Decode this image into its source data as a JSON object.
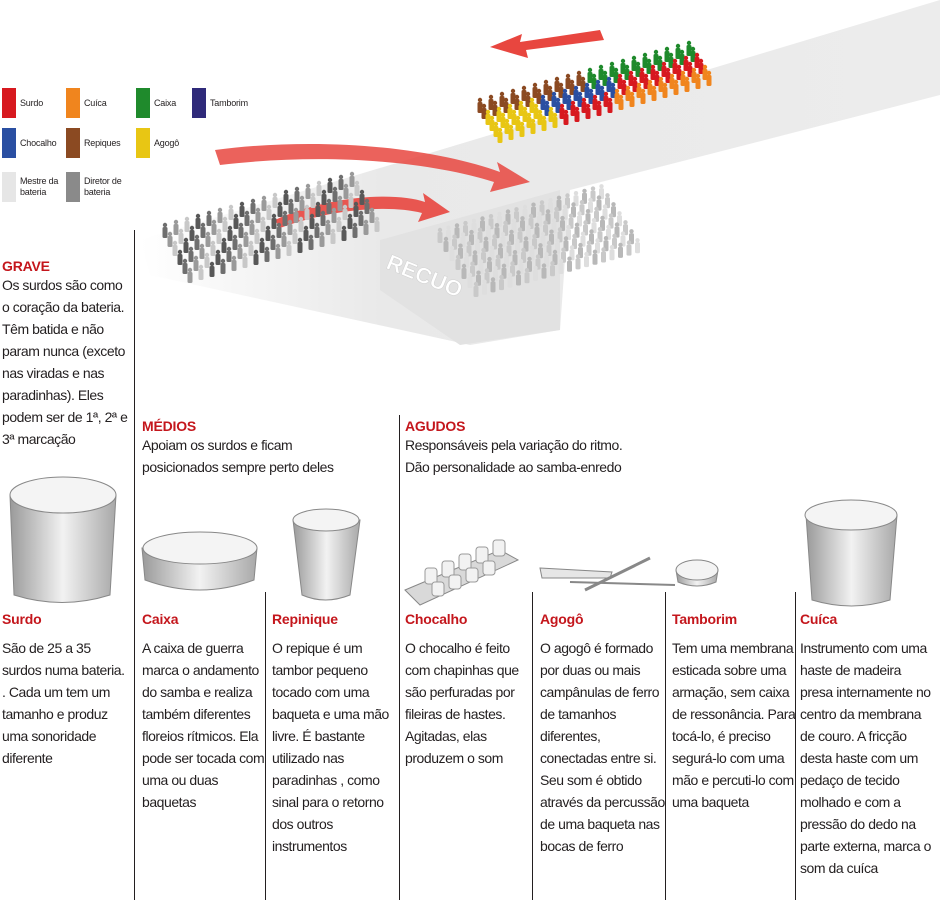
{
  "legend": [
    {
      "label": "Surdo",
      "color": "#d7191f"
    },
    {
      "label": "Cuíca",
      "color": "#f0851e"
    },
    {
      "label": "Caixa",
      "color": "#1f8a2c"
    },
    {
      "label": "Tamborim",
      "color": "#2f2a7a"
    },
    {
      "label": "Chocalho",
      "color": "#2a4fa2"
    },
    {
      "label": "Repiques",
      "color": "#8b4a22"
    },
    {
      "label": "Agogô",
      "color": "#e8c614"
    },
    {
      "label": "Mestre da bateria",
      "color": "#e6e6e6"
    },
    {
      "label": "Diretor de bateria",
      "color": "#8a8a8a"
    }
  ],
  "recuo_label": "RECUO",
  "accent": "#c4161c",
  "sections": {
    "grave": {
      "title": "GRAVE",
      "text": "Os surdos são como o coração da bateria. Têm batida e não param nunca (exceto nas viradas e nas paradinhas). Eles podem ser de 1ª, 2ª e 3ª marcação"
    },
    "medios": {
      "title": "MÉDIOS",
      "text": "Apoiam os surdos e ficam posicionados sempre perto deles"
    },
    "agudos": {
      "title": "AGUDOS",
      "text": "Responsáveis pela variação do ritmo. Dão personalidade ao samba-enredo"
    }
  },
  "instruments": [
    {
      "name": "Surdo",
      "text": "São de 25 a 35 surdos numa bateria. . Cada um tem um tamanho e produz uma sonoridade diferente"
    },
    {
      "name": "Caixa",
      "text": "A caixa de guerra marca o andamento do samba e realiza também diferentes floreios rítmicos. Ela pode ser tocada com uma ou duas baquetas"
    },
    {
      "name": "Repinique",
      "text": "O repique é um tambor pequeno tocado com uma baqueta e uma mão livre. É bastante utilizado nas paradinhas , como sinal para o retorno dos outros instrumentos"
    },
    {
      "name": "Chocalho",
      "text": "O chocalho é feito com chapinhas que são perfuradas por fileiras de hastes. Agitadas, elas produzem o som"
    },
    {
      "name": "Agogô",
      "text": "O agogô é formado por duas ou mais campânulas de ferro de tamanhos diferentes, conectadas entre si. Seu som é obtido através da percussão de uma baqueta nas bocas de ferro"
    },
    {
      "name": "Tamborim",
      "text": "Tem uma membrana esticada sobre uma armação, sem caixa de ressonância. Para tocá-lo, é preciso segurá-lo com uma mão e percuti-lo com uma baqueta"
    },
    {
      "name": "Cuíca",
      "text": "Instrumento com uma haste de madeira presa internamente no centro da membrana de couro. A fricção desta haste com um pedaço de tecido molhado e com a pressão do dedo na parte externa, marca o som da cuíca"
    }
  ]
}
